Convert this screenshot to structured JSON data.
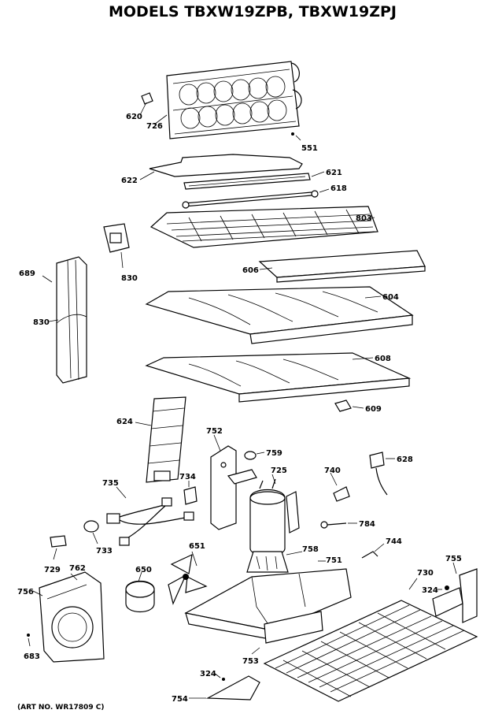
{
  "title": "MODELS TBXW19ZPB, TBXW19ZPJ",
  "art_no": "(ART NO. WR17809 C)",
  "labels": {
    "p620": "620",
    "p726": "726",
    "p551": "551",
    "p622": "622",
    "p621": "621",
    "p618": "618",
    "p803": "803",
    "p606": "606",
    "p830a": "830",
    "p689": "689",
    "p830b": "830",
    "p604": "604",
    "p608": "608",
    "p609": "609",
    "p624": "624",
    "p752": "752",
    "p759": "759",
    "p725": "725",
    "p740": "740",
    "p628": "628",
    "p735": "735",
    "p734": "734",
    "p784": "784",
    "p744": "744",
    "p729": "729",
    "p762": "762",
    "p733": "733",
    "p651": "651",
    "p758": "758",
    "p751": "751",
    "p755": "755",
    "p730": "730",
    "p324a": "324",
    "p650": "650",
    "p756": "756",
    "p683": "683",
    "p753": "753",
    "p324b": "324",
    "p754": "754"
  }
}
